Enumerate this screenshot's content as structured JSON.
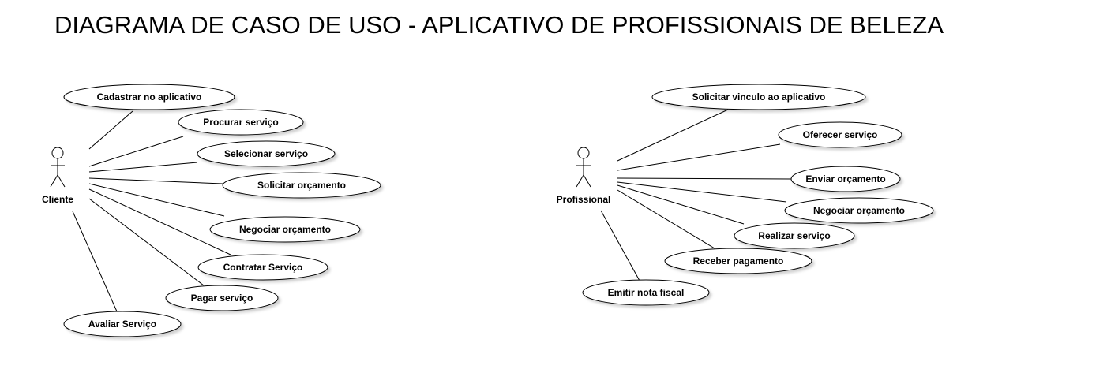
{
  "diagram": {
    "title": "DIAGRAMA DE CASO DE USO - APLICATIVO DE PROFISSIONAIS DE BELEZA",
    "actors": {
      "cliente": "Cliente",
      "profissional": "Profissional"
    },
    "cliente_use_cases": [
      "Cadastrar no aplicativo",
      "Procurar serviço",
      "Selecionar serviço",
      "Solicitar orçamento",
      "Negociar orçamento",
      "Contratar Serviço",
      "Pagar serviço",
      "Avaliar Serviço"
    ],
    "profissional_use_cases": [
      "Solicitar vinculo ao aplicativo",
      "Oferecer serviço",
      "Enviar orçamento",
      "Negociar orçamento",
      "Realizar serviço",
      "Receber pagamento",
      "Emitir nota fiscal"
    ]
  }
}
